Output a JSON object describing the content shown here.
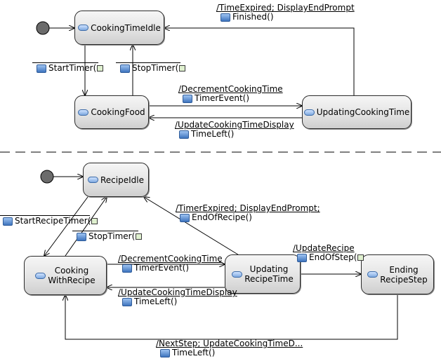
{
  "top_machine": {
    "states": {
      "idle": "CookingTimeIdle",
      "food": "CookingFood",
      "updating": "UpdatingCookingTime"
    },
    "transitions": {
      "finished": {
        "action": "/TimeExpired; DisplayEndPrompt",
        "trigger": "Finished()"
      },
      "start": {
        "action": "",
        "trigger": "StartTimer("
      },
      "stop": {
        "action": "",
        "trigger": "StopTimer("
      },
      "decrement": {
        "action": "/DecrementCookingTime",
        "trigger": "TimerEvent()"
      },
      "timeleft": {
        "action": "/UpdateCookingTimeDisplay",
        "trigger": "TimeLeft()"
      }
    }
  },
  "bottom_machine": {
    "states": {
      "idle": "RecipeIdle",
      "cooking": "Cooking\nWithRecipe",
      "updating": "Updating\nRecipeTime",
      "ending": "Ending\nRecipeStep"
    },
    "transitions": {
      "start": {
        "action": "",
        "trigger": "StartRecipeTimer("
      },
      "stop": {
        "action": "",
        "trigger": "StopTimer("
      },
      "end": {
        "action": "/TimerExpired; DisplayEndPrompt;",
        "trigger": "EndOfRecipe()"
      },
      "decrement": {
        "action": "/DecrementCookingTime",
        "trigger": "TimerEvent()"
      },
      "timeleft": {
        "action": "/UpdateCookingTimeDisplay",
        "trigger": "TimeLeft()"
      },
      "endstep": {
        "action": "/UpdateRecipe",
        "trigger": "EndOfStep("
      },
      "next": {
        "action": "/NextStep; UpdateCookingTimeD...",
        "trigger": "TimeLeft()"
      }
    }
  },
  "colors": {
    "line": "#000000",
    "initial_fill": "#6b6b6b"
  }
}
